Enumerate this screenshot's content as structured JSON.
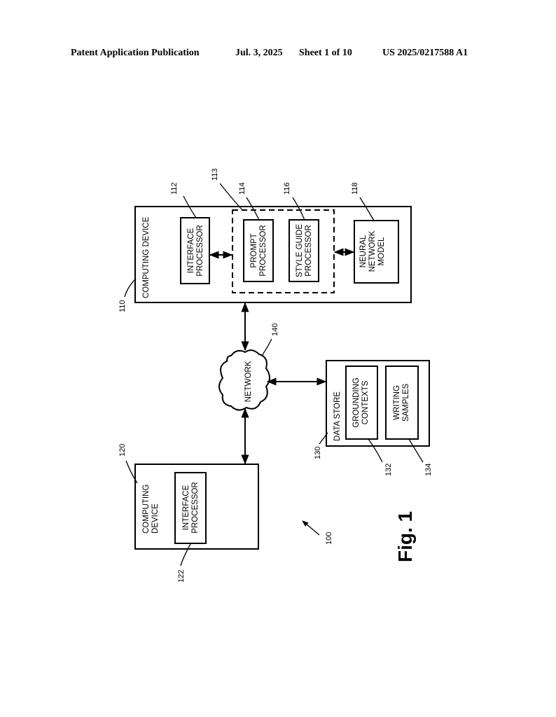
{
  "header": {
    "publication": "Patent Application Publication",
    "date": "Jul. 3, 2025",
    "sheet": "Sheet 1 of 10",
    "number": "US 2025/0217588 A1"
  },
  "figure": {
    "label": "Fig. 1",
    "system_ref": "100",
    "computing_device_110": {
      "ref": "110",
      "label": "COMPUTING DEVICE",
      "interface_processor": {
        "ref": "112",
        "lines": [
          "INTERFACE",
          "PROCESSOR"
        ]
      },
      "group_ref": "113",
      "prompt_processor": {
        "ref": "114",
        "lines": [
          "PROMPT",
          "PROCESSOR"
        ]
      },
      "style_guide_processor": {
        "ref": "116",
        "lines": [
          "STYLE GUIDE",
          "PROCESSOR"
        ]
      },
      "neural_network_model": {
        "ref": "118",
        "lines": [
          "NEURAL",
          "NETWORK",
          "MODEL"
        ]
      }
    },
    "network": {
      "ref": "140",
      "label": "NETWORK"
    },
    "data_store": {
      "ref": "130",
      "label": "DATA STORE",
      "grounding_contexts": {
        "ref": "132",
        "lines": [
          "GROUNDING",
          "CONTEXTS"
        ]
      },
      "writing_samples": {
        "ref": "134",
        "lines": [
          "WRITING",
          "SAMPLES"
        ]
      }
    },
    "computing_device_120": {
      "ref": "120",
      "lines": [
        "COMPUTING",
        "DEVICE"
      ],
      "interface_processor": {
        "ref": "122",
        "lines": [
          "INTERFACE",
          "PROCESSOR"
        ]
      }
    }
  }
}
